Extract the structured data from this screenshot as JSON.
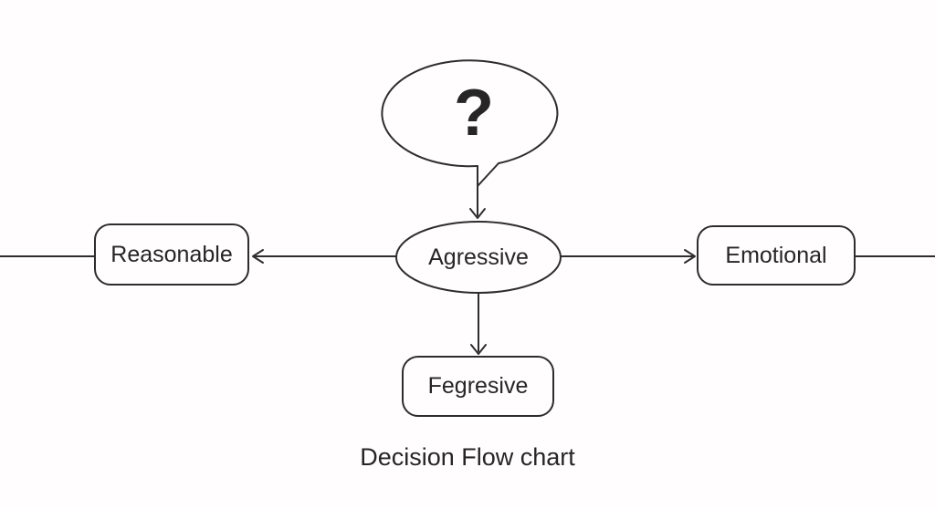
{
  "page": {
    "background_color": "#fffdfd"
  },
  "diagram": {
    "title": "Decision Flow chart",
    "type": "flowchart",
    "stroke_color": "#2d2d2d",
    "text_color": "#262626",
    "nodes": {
      "question": {
        "label": "?",
        "shape": "speech-bubble"
      },
      "agressive": {
        "label": "Agressive",
        "shape": "ellipse"
      },
      "reasonable": {
        "label": "Reasonable",
        "shape": "rounded-rectangle"
      },
      "emotional": {
        "label": "Emotional",
        "shape": "rounded-rectangle"
      },
      "fegresive": {
        "label": "Fegresive",
        "shape": "rounded-rectangle"
      }
    },
    "edges": [
      {
        "from": "question",
        "to": "agressive",
        "direction": "down",
        "style": "arrow"
      },
      {
        "from": "agressive",
        "to": "reasonable",
        "direction": "left",
        "style": "arrow"
      },
      {
        "from": "agressive",
        "to": "emotional",
        "direction": "right",
        "style": "arrow"
      },
      {
        "from": "agressive",
        "to": "fegresive",
        "direction": "down",
        "style": "arrow"
      },
      {
        "from": "offscreen-left",
        "to": "reasonable",
        "direction": "right",
        "style": "plain-line"
      },
      {
        "from": "emotional",
        "to": "offscreen-right",
        "direction": "right",
        "style": "plain-line"
      }
    ]
  }
}
